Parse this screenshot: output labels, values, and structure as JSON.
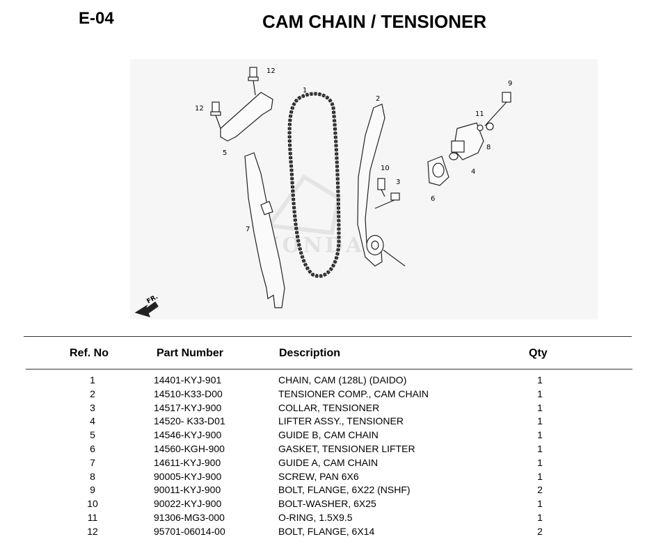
{
  "header": {
    "code": "E-04",
    "title": "CAM CHAIN / TENSIONER"
  },
  "diagram": {
    "callouts": [
      "1",
      "2",
      "3",
      "4",
      "5",
      "6",
      "7",
      "8",
      "9",
      "10",
      "11",
      "12",
      "12"
    ],
    "direction_label": "FR.",
    "watermark": "HONDA"
  },
  "table": {
    "columns": {
      "ref": "Ref. No",
      "part": "Part Number",
      "desc": "Description",
      "qty": "Qty"
    },
    "rows": [
      {
        "ref": "1",
        "part": "14401-KYJ-901",
        "desc": "CHAIN, CAM (128L) (DAIDO)",
        "qty": "1"
      },
      {
        "ref": "2",
        "part": "14510-K33-D00",
        "desc": "TENSIONER COMP., CAM CHAIN",
        "qty": "1"
      },
      {
        "ref": "3",
        "part": "14517-KYJ-900",
        "desc": "COLLAR, TENSIONER",
        "qty": "1"
      },
      {
        "ref": "4",
        "part": "14520- K33-D01",
        "desc": "LIFTER ASSY., TENSIONER",
        "qty": "1"
      },
      {
        "ref": "5",
        "part": "14546-KYJ-900",
        "desc": "GUIDE B, CAM CHAIN",
        "qty": "1"
      },
      {
        "ref": "6",
        "part": "14560-KGH-900",
        "desc": "GASKET, TENSIONER LIFTER",
        "qty": "1"
      },
      {
        "ref": "7",
        "part": "14611-KYJ-900",
        "desc": "GUIDE A, CAM CHAIN",
        "qty": "1"
      },
      {
        "ref": "8",
        "part": "90005-KYJ-900",
        "desc": "SCREW, PAN 6X6",
        "qty": "1"
      },
      {
        "ref": "9",
        "part": "90011-KYJ-900",
        "desc": "BOLT, FLANGE, 6X22 (NSHF)",
        "qty": "2"
      },
      {
        "ref": "10",
        "part": "90022-KYJ-900",
        "desc": "BOLT-WASHER, 6X25",
        "qty": "1"
      },
      {
        "ref": "11",
        "part": "91306-MG3-000",
        "desc": "O-RING, 1.5X9.5",
        "qty": "1"
      },
      {
        "ref": "12",
        "part": "95701-06014-00",
        "desc": "BOLT, FLANGE, 6X14",
        "qty": "2"
      }
    ]
  }
}
